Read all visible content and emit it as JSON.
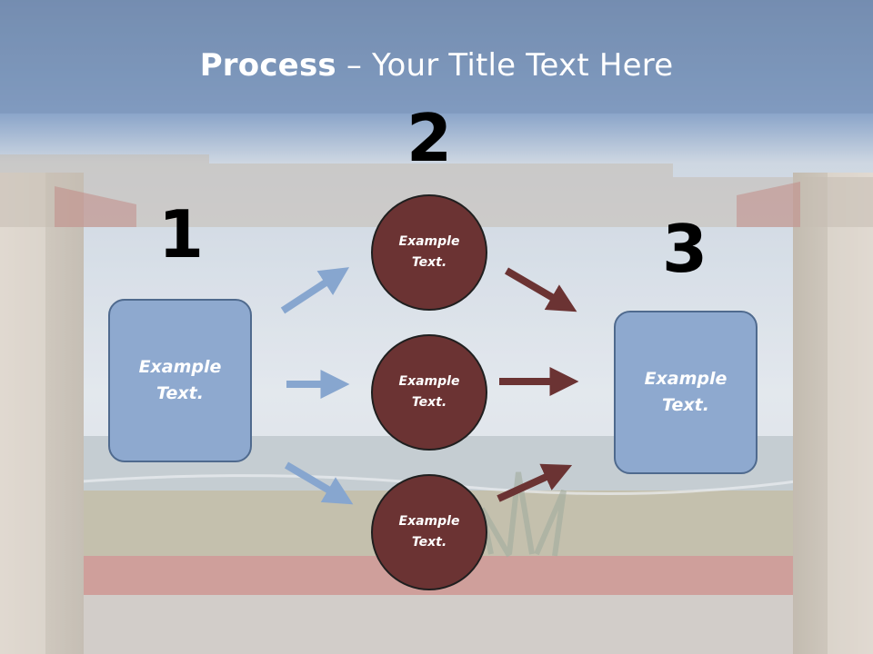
{
  "slide": {
    "title_bold": "Process",
    "title_rest": " – Your Title Text Here",
    "steps": [
      {
        "number": "1",
        "text": "Example\nText."
      },
      {
        "number": "2",
        "items": [
          "Example Text.",
          "Example Text.",
          "Example Text."
        ]
      },
      {
        "number": "3",
        "text": "Example\nText."
      }
    ]
  },
  "colors": {
    "box_fill": "#8ea9cf",
    "box_border": "#4f6a8e",
    "circle_fill": "#6b3333",
    "arrow_blue": "#87a6cf",
    "arrow_red": "#6b3333",
    "title_band": "#5a7aa6"
  }
}
